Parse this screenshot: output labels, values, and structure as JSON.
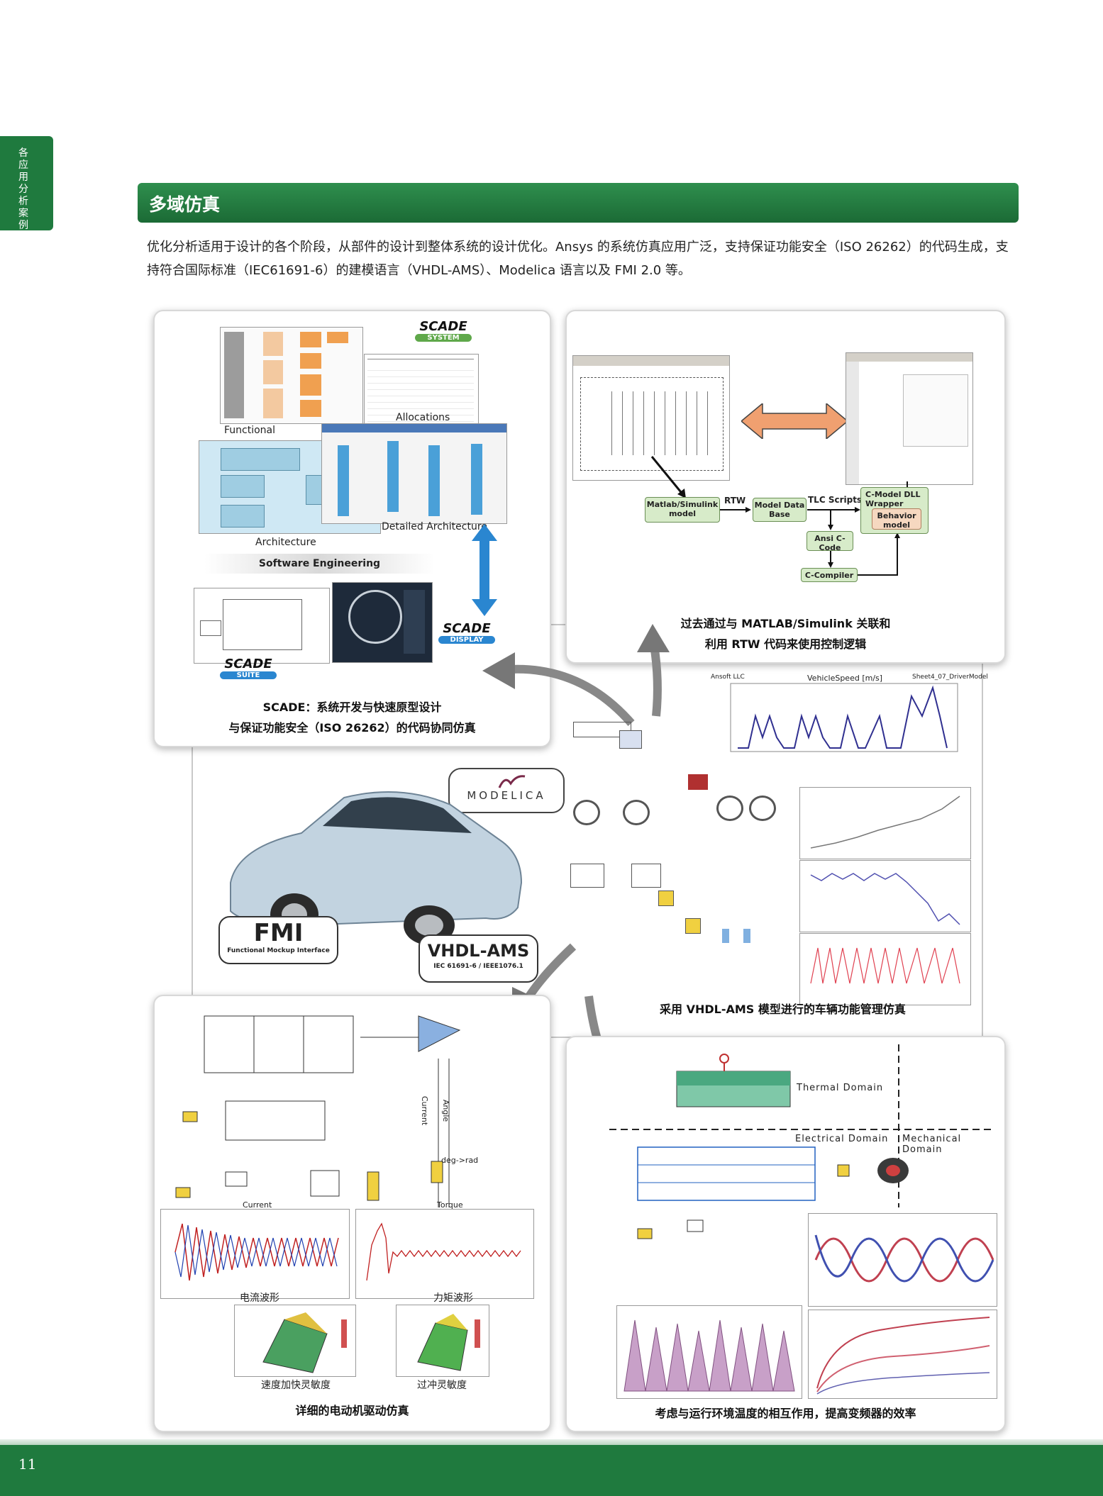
{
  "side_tab": {
    "text": "各应用分析案例"
  },
  "section": {
    "title": "多域仿真"
  },
  "intro": "优化分析适用于设计的各个阶段，从部件的设计到整体系统的设计优化。Ansys 的系统仿真应用广泛，支持保证功能安全（ISO 26262）的代码生成，支持符合国际标准（IEC61691-6）的建模语言（VHDL-AMS）、Modelica 语言以及 FMI 2.0 等。",
  "scade_card": {
    "labels": {
      "allocations": "Allocations",
      "functional": "Functional",
      "detailed_architecture": "Detailed Architecture",
      "architecture": "Architecture",
      "software_engineering": "Software Engineering"
    },
    "logos": {
      "system_word": "SCADE",
      "system_sub": "SYSTEM",
      "display_word": "SCADE",
      "display_sub": "DISPLAY",
      "suite_word": "SCADE",
      "suite_sub": "SUITE"
    },
    "caption_line1": "SCADE：系统开发与快速原型设计",
    "caption_line2": "与保证功能安全（ISO 26262）的代码协同仿真"
  },
  "matlab_card": {
    "flow": {
      "matlab_model": "Matlab/Simulink model",
      "rtw": "RTW",
      "model_db": "Model Data Base",
      "tlc": "TLC Scripts",
      "cmodel": "C-Model DLL Wrapper",
      "behavior": "Behavior model",
      "ansi": "Ansi C-Code",
      "compiler": "C-Compiler"
    },
    "caption_line1": "过去通过与 MATLAB/Simulink 关联和",
    "caption_line2": "利用 RTW 代码来使用控制逻辑"
  },
  "center": {
    "modelica_logo": "MODELICA",
    "fmi_logo": "FMI",
    "fmi_sub": "Functional Mockup Interface",
    "vhdl_logo": "VHDL-AMS",
    "vhdl_sub": "IEC 61691-6 / IEEE1076.1",
    "vehicle_plot_title": "VehicleSpeed [m/s]",
    "vehicle_plot_left": "Ansoft LLC",
    "vehicle_plot_right": "Sheet4_07_DriverModel",
    "caption": "采用 VHDL-AMS 模型进行的车辆功能管理仿真"
  },
  "motor_card": {
    "current_label": "Current",
    "torque_label": "Torque",
    "angle_label": "Angle",
    "current_rot": "Current",
    "deg_rad": "deg->rad",
    "current_wave": "电流波形",
    "torque_wave": "力矩波形",
    "speed_sens": "速度加快灵敏度",
    "overshoot_sens": "过冲灵敏度",
    "caption": "详细的电动机驱动仿真"
  },
  "thermal_card": {
    "thermal_domain": "Thermal Domain",
    "electrical_domain": "Electrical Domain",
    "mechanical_domain": "Mechanical Domain",
    "caption": "考虑与运行环境温度的相互作用，提高变频器的效率"
  },
  "page_number": "11",
  "colors": {
    "brand_green": "#1f7a3e",
    "accent_orange": "#f0a070",
    "arrow_blue": "#2a86d0"
  }
}
